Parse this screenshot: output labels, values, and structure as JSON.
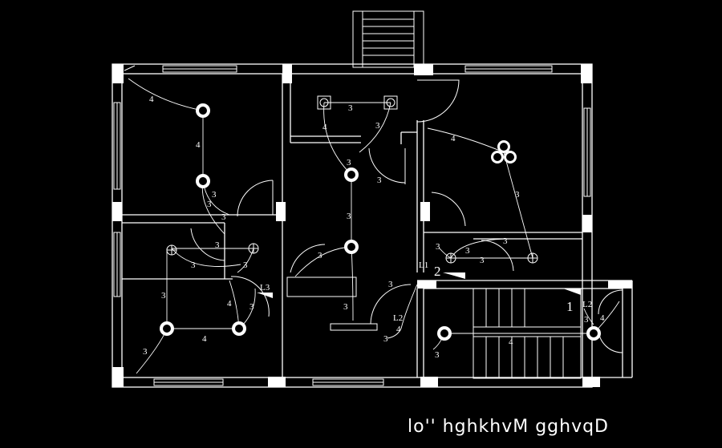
{
  "caption": "lo'' hghkhvM gghvqD",
  "wire_labels": [
    "4",
    "4",
    "3",
    "3",
    "3",
    "3",
    "3",
    "3",
    "4",
    "3",
    "3",
    "3",
    "4",
    "3",
    "3",
    "3",
    "3",
    "3",
    "3",
    "4",
    "3",
    "4",
    "3",
    "3",
    "4",
    "3",
    "3",
    "3",
    "3",
    "3",
    "3",
    "4",
    "3",
    "4"
  ],
  "circuit_labels": [
    "L1",
    "L2",
    "L2",
    "L3"
  ],
  "board_labels": [
    "1",
    "2"
  ]
}
